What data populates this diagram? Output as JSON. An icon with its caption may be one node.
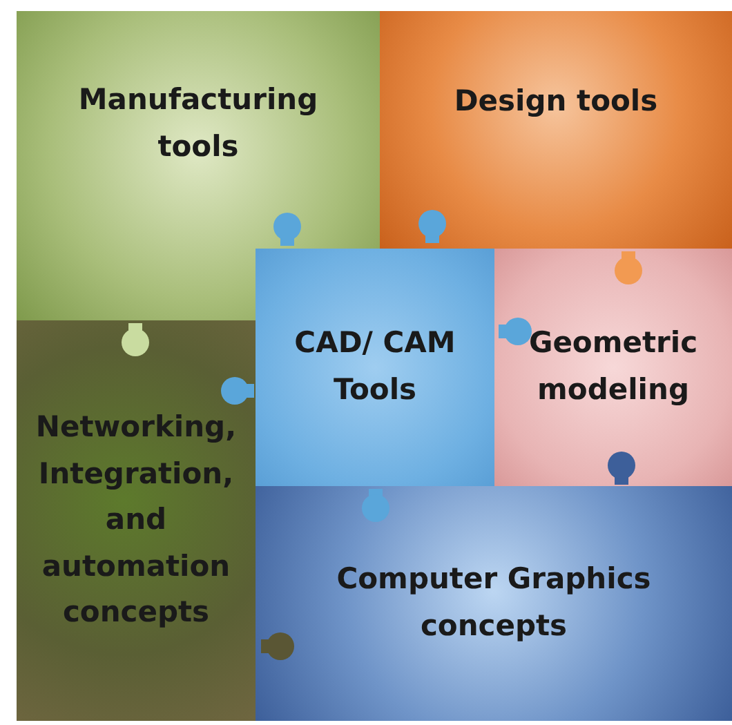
{
  "diagram": {
    "nodes": [
      {
        "text": [
          "Manufacturing tools"
        ]
      },
      {
        "text": [
          "Design tools"
        ]
      },
      {
        "text": [
          "CAD/ CAM Tools"
        ]
      },
      {
        "text": [
          "Geometric modeling"
        ]
      },
      {
        "text": [
          "Networking, Integration, and automation concepts"
        ]
      },
      {
        "text": [
          "Computer Graphics concepts"
        ]
      }
    ]
  }
}
